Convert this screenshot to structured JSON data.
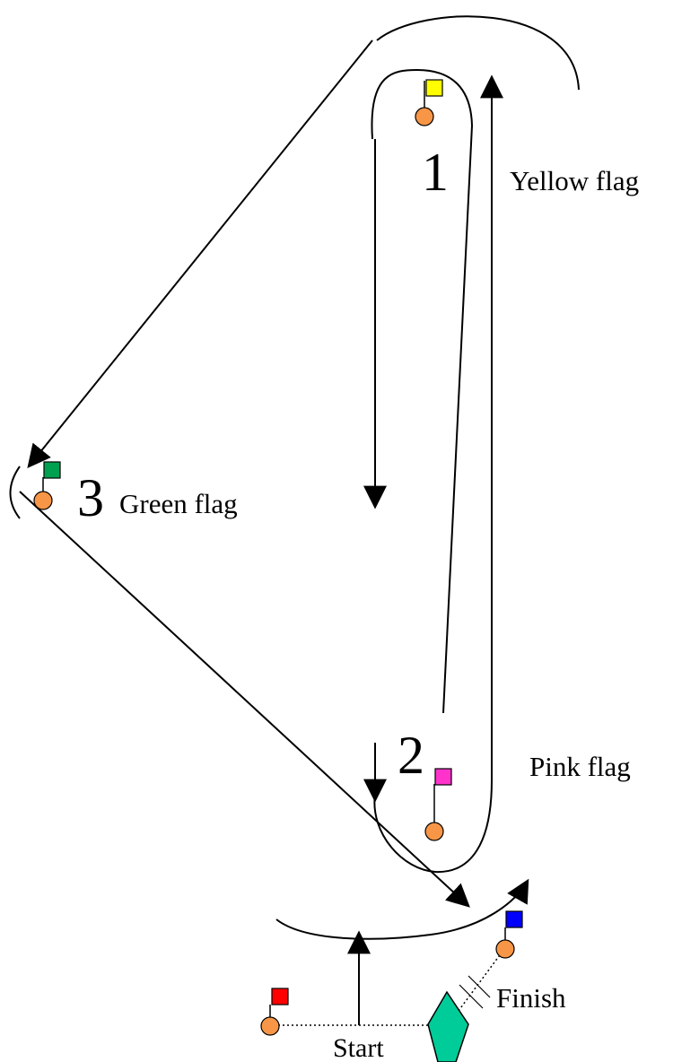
{
  "course": {
    "mark1": {
      "number": "1",
      "label": "Yellow flag",
      "flag_color": "#ffff00"
    },
    "mark2": {
      "number": "2",
      "label": "Pink flag",
      "flag_color": "#ff33cc"
    },
    "mark3": {
      "number": "3",
      "label": "Green flag",
      "flag_color": "#00a050"
    },
    "start": {
      "label": "Start",
      "flag_color": "#ff0000"
    },
    "finish": {
      "label": "Finish",
      "flag_color": "#0000ff"
    },
    "buoy_color": "#f79646",
    "committee_boat_color": "#00cc99"
  }
}
